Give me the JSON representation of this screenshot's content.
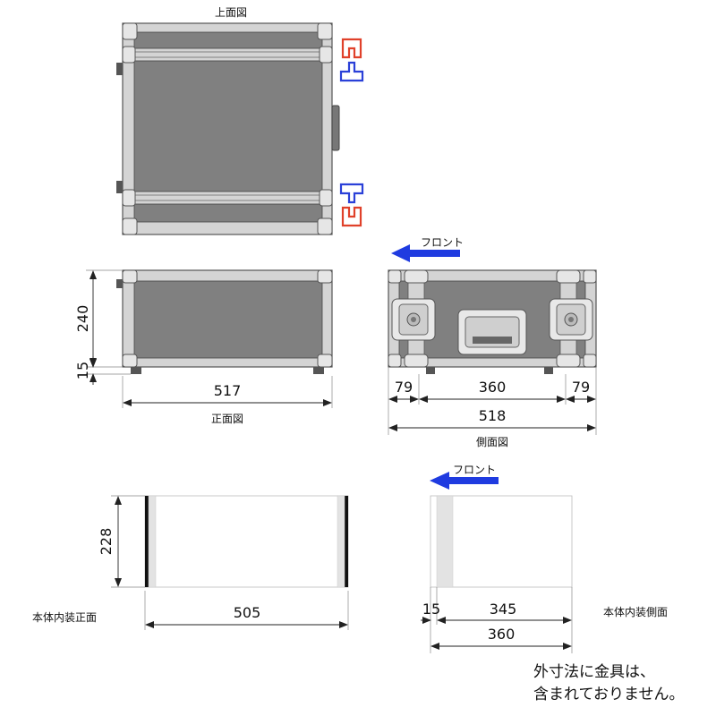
{
  "labels": {
    "top_view": "上面図",
    "front_view": "正面図",
    "side_view": "側面図",
    "front_arrow": "フロント",
    "inner_front": "本体内装正面",
    "inner_side": "本体内装側面",
    "note_line1": "外寸法に金具は、",
    "note_line2": "含まれておりません。"
  },
  "dimensions": {
    "front_height": "240",
    "front_foot": "15",
    "front_width": "517",
    "side_left": "79",
    "side_mid": "360",
    "side_right": "79",
    "side_total": "518",
    "inner_front_height": "228",
    "inner_front_width": "505",
    "inner_side_front": "15",
    "inner_side_depth": "345",
    "inner_side_total": "360"
  },
  "colors": {
    "panel": "#808080",
    "frame": "#d4d4d4",
    "frame_stroke": "#555555",
    "arrow_blue": "#1f3be0",
    "profile_red": "#e0412a",
    "profile_blue": "#2a40d8"
  }
}
